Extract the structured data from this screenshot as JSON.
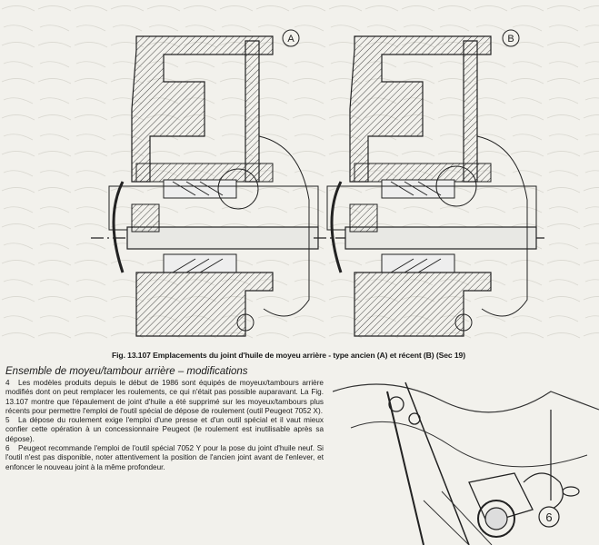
{
  "figure": {
    "label_a": "A",
    "label_b": "B",
    "caption": "Fig. 13.107 Emplacements du joint d'huile de moyeu arrière - type ancien (A) et récent (B) (Sec 19)"
  },
  "section": {
    "title": "Ensemble de moyeu/tambour arrière – modifications",
    "paragraphs": [
      {
        "num": "4",
        "text": "Les modèles produits depuis le début de 1986 sont équipés de moyeux/tambours arrière modifiés dont on peut remplacer les roulements, ce qui n'était pas possible auparavant. La Fig. 13.107 montre que l'épaulement de joint d'huile a été supprimé sur les moyeux/tambours plus récents pour permettre l'emploi de l'outil spécial de dépose de roulement (outil Peugeot 7052 X)."
      },
      {
        "num": "5",
        "text": "La dépose du roulement exige l'emploi d'une presse et d'un outil spécial et il vaut mieux confier cette opération à un concessionnaire Peugeot (le roulement est inutilisable après sa dépose)."
      },
      {
        "num": "6",
        "text": "Peugeot recommande l'emploi de l'outil spécial 7052 Y pour la pose du joint d'huile neuf. Si l'outil n'est pas disponible, noter attentivement la position de l'ancien joint avant de l'enlever, et enfoncer le nouveau joint à la même profondeur."
      }
    ]
  },
  "photo": {
    "callout": "6"
  }
}
